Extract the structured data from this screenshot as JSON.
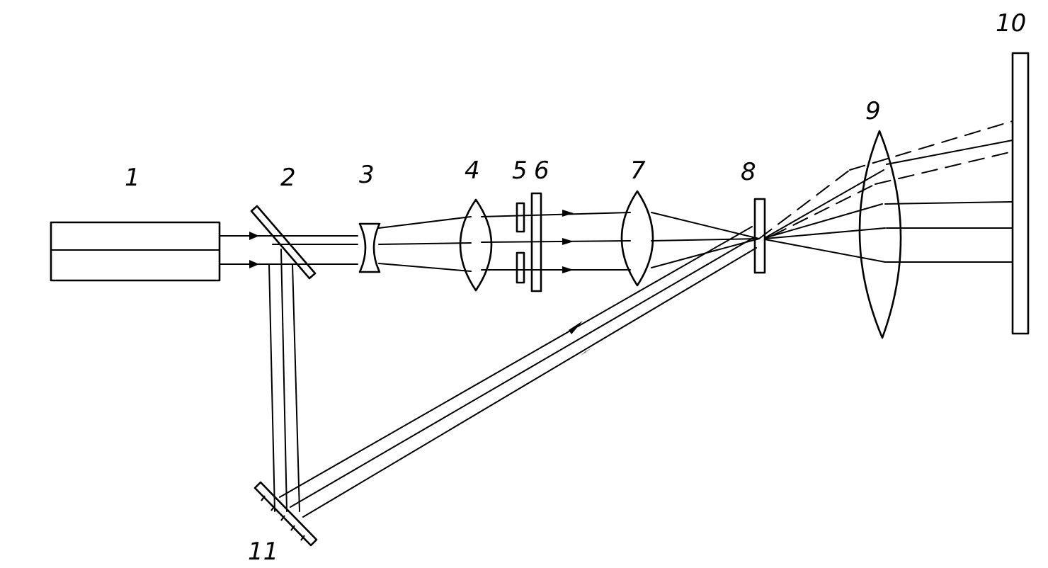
{
  "diagram": {
    "labels": {
      "laser": "1",
      "beam_splitter": "2",
      "diverging_lens": "3",
      "collimating_lens": "4",
      "aperture": "5",
      "object": "6",
      "focusing_lens": "7",
      "recording_medium": "8",
      "reconstruction_lens": "9",
      "screen": "10",
      "mirror": "11"
    },
    "colors": {
      "ink": "#000000",
      "background": "#ffffff"
    }
  }
}
